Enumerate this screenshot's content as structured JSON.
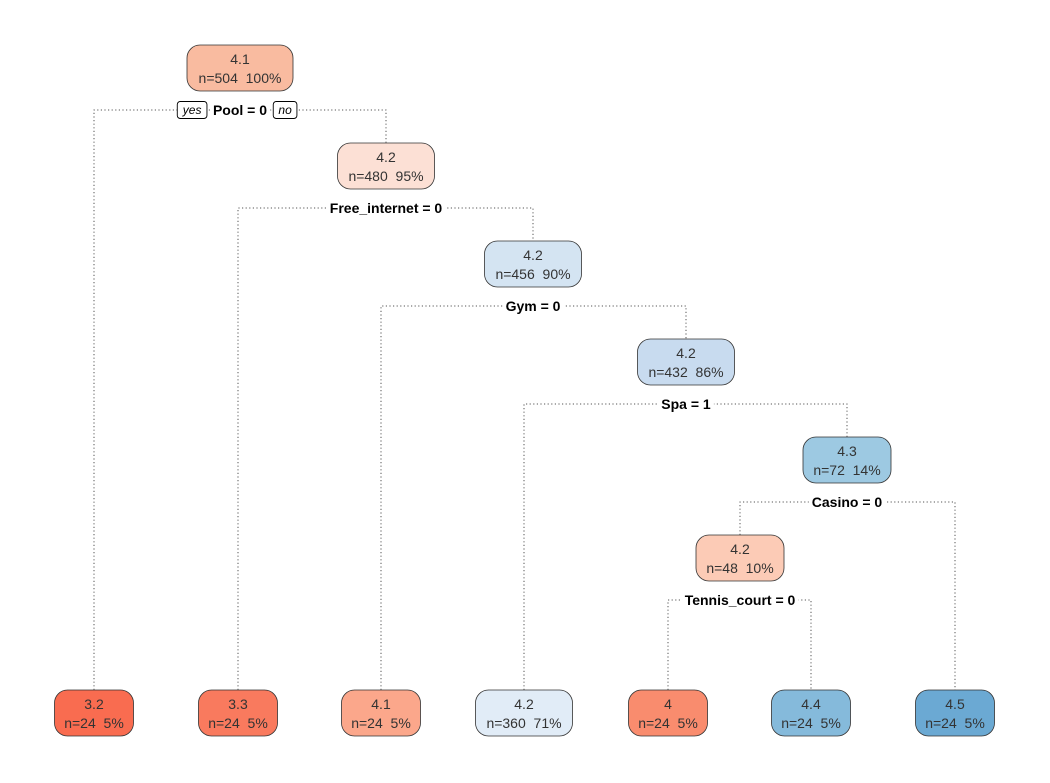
{
  "tree": {
    "yes_label": "yes",
    "no_label": "no",
    "nodes": [
      {
        "id": "n1",
        "value": "4.1",
        "stats": "n=504  100%",
        "color": "#F9BBA0"
      },
      {
        "id": "n2",
        "value": "4.2",
        "stats": "n=480  95%",
        "color": "#FCE0D5"
      },
      {
        "id": "n3",
        "value": "4.2",
        "stats": "n=456  90%",
        "color": "#D4E4F2"
      },
      {
        "id": "n4",
        "value": "4.2",
        "stats": "n=432  86%",
        "color": "#C8DBEF"
      },
      {
        "id": "n5",
        "value": "4.3",
        "stats": "n=72  14%",
        "color": "#9DC9E2"
      },
      {
        "id": "n6",
        "value": "4.2",
        "stats": "n=48  10%",
        "color": "#FCCBB6"
      },
      {
        "id": "l1",
        "value": "3.2",
        "stats": "n=24  5%",
        "color": "#F96C50"
      },
      {
        "id": "l2",
        "value": "3.3",
        "stats": "n=24  5%",
        "color": "#F97A5E"
      },
      {
        "id": "l3",
        "value": "4.1",
        "stats": "n=24  5%",
        "color": "#FBA78B"
      },
      {
        "id": "l4",
        "value": "4.2",
        "stats": "n=360  71%",
        "color": "#E1ECF7"
      },
      {
        "id": "l5",
        "value": "4",
        "stats": "n=24  5%",
        "color": "#F98C6E"
      },
      {
        "id": "l6",
        "value": "4.4",
        "stats": "n=24  5%",
        "color": "#85BADB"
      },
      {
        "id": "l7",
        "value": "4.5",
        "stats": "n=24  5%",
        "color": "#6BA9D3"
      }
    ],
    "splits": [
      {
        "node": "n1",
        "label": "Pool = 0",
        "yes": "l1",
        "no": "n2"
      },
      {
        "node": "n2",
        "label": "Free_internet = 0",
        "yes": "l2",
        "no": "n3"
      },
      {
        "node": "n3",
        "label": "Gym = 0",
        "yes": "l3",
        "no": "n4"
      },
      {
        "node": "n4",
        "label": "Spa = 1",
        "yes": "l4",
        "no": "n5"
      },
      {
        "node": "n5",
        "label": "Casino = 0",
        "yes": "n6",
        "no": "l7"
      },
      {
        "node": "n6",
        "label": "Tennis_court = 0",
        "yes": "l5",
        "no": "l6"
      }
    ]
  }
}
